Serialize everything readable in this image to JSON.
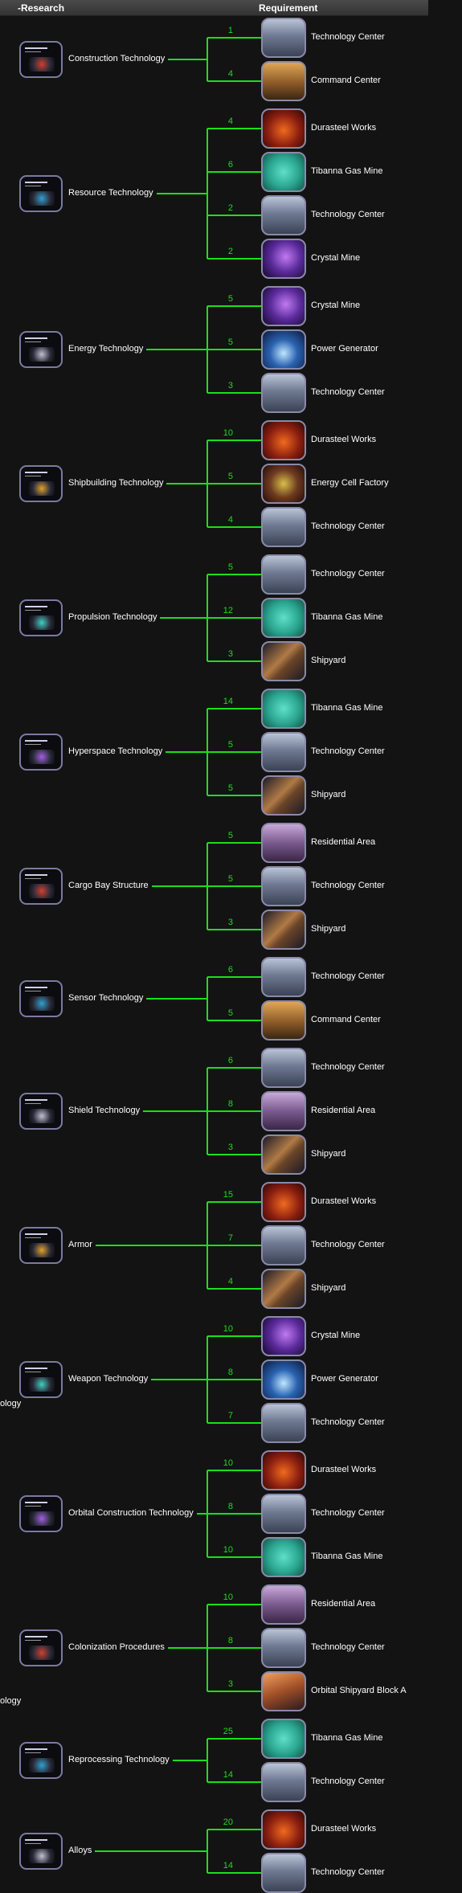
{
  "header": {
    "collapse_label": "-",
    "research_col": "Research",
    "requirement_col": "Requirement"
  },
  "colors": {
    "connector": "#19e019",
    "text": "#ffffff",
    "header_bg": "#3e3e3e",
    "page_bg": "#131313"
  },
  "edge_fragments": [
    "ology",
    "ology"
  ],
  "research": [
    {
      "name": "Construction Technology",
      "requirements": [
        {
          "level": "1",
          "building": "Technology Center",
          "icon": "technology-center-icon"
        },
        {
          "level": "4",
          "building": "Command Center",
          "icon": "command-center-icon"
        }
      ]
    },
    {
      "name": "Resource Technology",
      "requirements": [
        {
          "level": "4",
          "building": "Durasteel Works",
          "icon": "durasteel-works-icon"
        },
        {
          "level": "6",
          "building": "Tibanna Gas Mine",
          "icon": "tibanna-gas-mine-icon"
        },
        {
          "level": "2",
          "building": "Technology Center",
          "icon": "technology-center-icon"
        },
        {
          "level": "2",
          "building": "Crystal Mine",
          "icon": "crystal-mine-icon"
        }
      ]
    },
    {
      "name": "Energy Technology",
      "requirements": [
        {
          "level": "5",
          "building": "Crystal Mine",
          "icon": "crystal-mine-icon"
        },
        {
          "level": "5",
          "building": "Power Generator",
          "icon": "power-generator-icon"
        },
        {
          "level": "3",
          "building": "Technology Center",
          "icon": "technology-center-icon"
        }
      ]
    },
    {
      "name": "Shipbuilding Technology",
      "requirements": [
        {
          "level": "10",
          "building": "Durasteel Works",
          "icon": "durasteel-works-icon"
        },
        {
          "level": "5",
          "building": "Energy Cell Factory",
          "icon": "energy-cell-factory-icon"
        },
        {
          "level": "4",
          "building": "Technology Center",
          "icon": "technology-center-icon"
        }
      ]
    },
    {
      "name": "Propulsion Technology",
      "requirements": [
        {
          "level": "5",
          "building": "Technology Center",
          "icon": "technology-center-icon"
        },
        {
          "level": "12",
          "building": "Tibanna Gas Mine",
          "icon": "tibanna-gas-mine-icon"
        },
        {
          "level": "3",
          "building": "Shipyard",
          "icon": "shipyard-icon"
        }
      ]
    },
    {
      "name": "Hyperspace Technology",
      "requirements": [
        {
          "level": "14",
          "building": "Tibanna Gas Mine",
          "icon": "tibanna-gas-mine-icon"
        },
        {
          "level": "5",
          "building": "Technology Center",
          "icon": "technology-center-icon"
        },
        {
          "level": "5",
          "building": "Shipyard",
          "icon": "shipyard-icon"
        }
      ]
    },
    {
      "name": "Cargo Bay Structure",
      "requirements": [
        {
          "level": "5",
          "building": "Residential Area",
          "icon": "residential-area-icon"
        },
        {
          "level": "5",
          "building": "Technology Center",
          "icon": "technology-center-icon"
        },
        {
          "level": "3",
          "building": "Shipyard",
          "icon": "shipyard-icon"
        }
      ]
    },
    {
      "name": "Sensor Technology",
      "requirements": [
        {
          "level": "6",
          "building": "Technology Center",
          "icon": "technology-center-icon"
        },
        {
          "level": "5",
          "building": "Command Center",
          "icon": "command-center-icon"
        }
      ]
    },
    {
      "name": "Shield Technology",
      "requirements": [
        {
          "level": "6",
          "building": "Technology Center",
          "icon": "technology-center-icon"
        },
        {
          "level": "8",
          "building": "Residential Area",
          "icon": "residential-area-icon"
        },
        {
          "level": "3",
          "building": "Shipyard",
          "icon": "shipyard-icon"
        }
      ]
    },
    {
      "name": "Armor",
      "requirements": [
        {
          "level": "15",
          "building": "Durasteel Works",
          "icon": "durasteel-works-icon"
        },
        {
          "level": "7",
          "building": "Technology Center",
          "icon": "technology-center-icon"
        },
        {
          "level": "4",
          "building": "Shipyard",
          "icon": "shipyard-icon"
        }
      ]
    },
    {
      "name": "Weapon Technology",
      "requirements": [
        {
          "level": "10",
          "building": "Crystal Mine",
          "icon": "crystal-mine-icon"
        },
        {
          "level": "8",
          "building": "Power Generator",
          "icon": "power-generator-icon"
        },
        {
          "level": "7",
          "building": "Technology Center",
          "icon": "technology-center-icon"
        }
      ]
    },
    {
      "name": "Orbital Construction Technology",
      "requirements": [
        {
          "level": "10",
          "building": "Durasteel Works",
          "icon": "durasteel-works-icon"
        },
        {
          "level": "8",
          "building": "Technology Center",
          "icon": "technology-center-icon"
        },
        {
          "level": "10",
          "building": "Tibanna Gas Mine",
          "icon": "tibanna-gas-mine-icon"
        }
      ]
    },
    {
      "name": "Colonization Procedures",
      "requirements": [
        {
          "level": "10",
          "building": "Residential Area",
          "icon": "residential-area-icon"
        },
        {
          "level": "8",
          "building": "Technology Center",
          "icon": "technology-center-icon"
        },
        {
          "level": "3",
          "building": "Orbital Shipyard Block A",
          "icon": "orbital-shipyard-icon"
        }
      ]
    },
    {
      "name": "Reprocessing Technology",
      "requirements": [
        {
          "level": "25",
          "building": "Tibanna Gas Mine",
          "icon": "tibanna-gas-mine-icon"
        },
        {
          "level": "14",
          "building": "Technology Center",
          "icon": "technology-center-icon"
        }
      ]
    },
    {
      "name": "Alloys",
      "requirements": [
        {
          "level": "20",
          "building": "Durasteel Works",
          "icon": "durasteel-works-icon"
        },
        {
          "level": "14",
          "building": "Technology Center",
          "icon": "technology-center-icon"
        }
      ]
    }
  ]
}
